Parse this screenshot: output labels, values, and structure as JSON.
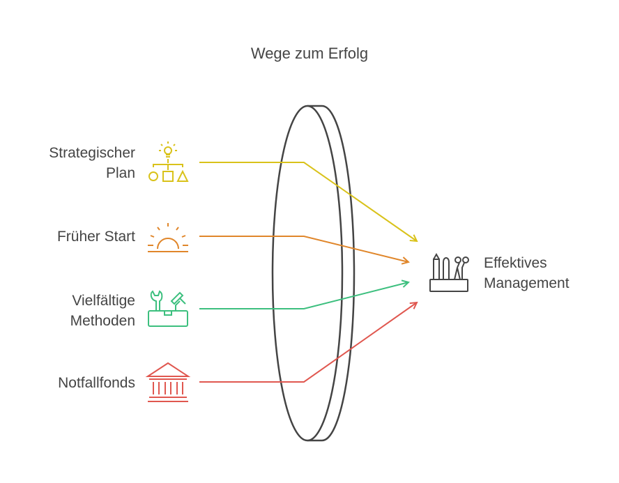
{
  "title": "Wege zum Erfolg",
  "inputs": [
    {
      "line1": "Strategischer",
      "line2": "Plan",
      "color": "#d9c21a",
      "icon": "strategy-plan-icon"
    },
    {
      "line1": "Früher Start",
      "line2": "",
      "color": "#e0862a",
      "icon": "sunrise-icon"
    },
    {
      "line1": "Vielfältige",
      "line2": "Methoden",
      "color": "#3cbf7e",
      "icon": "toolbox-icon"
    },
    {
      "line1": "Notfallfonds",
      "line2": "",
      "color": "#e0574f",
      "icon": "bank-icon"
    }
  ],
  "output": {
    "line1": "Effektives",
    "line2": "Management",
    "icon": "tool-holder-icon"
  },
  "lens_color": "#444444"
}
